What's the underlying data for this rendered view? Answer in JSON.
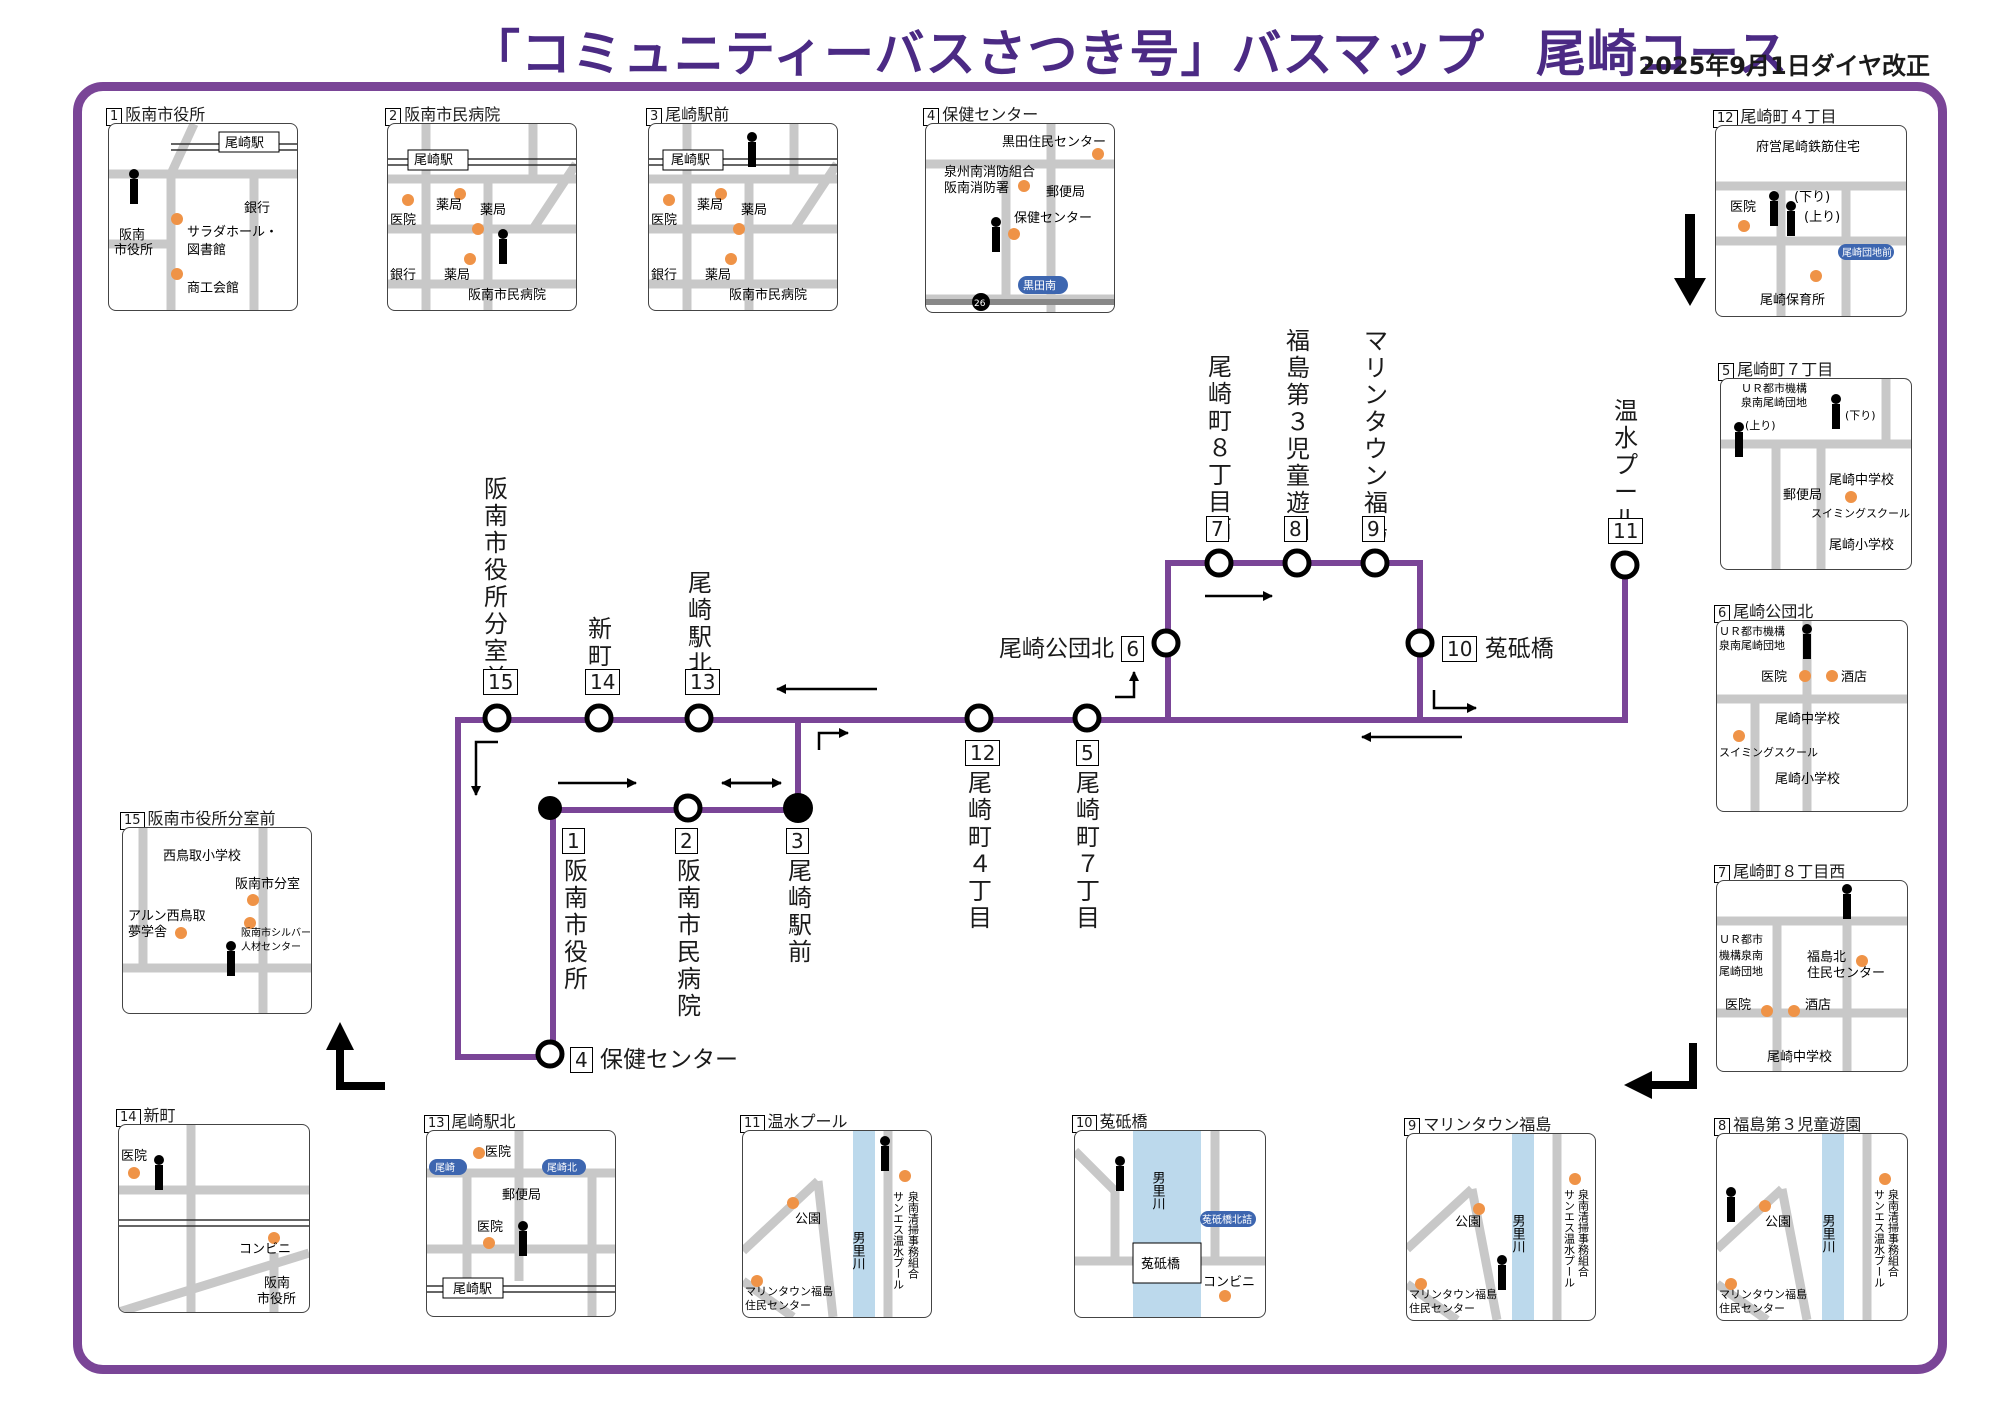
{
  "header": {
    "title": "「コミュニティーバスさつき号」バスマップ　尾崎コース",
    "revision": "2025年9月1日ダイヤ改正"
  },
  "route": {
    "stops": [
      {
        "num": "1",
        "name": "阪南市役所"
      },
      {
        "num": "2",
        "name": "阪南市民病院"
      },
      {
        "num": "3",
        "name": "尾崎駅前"
      },
      {
        "num": "4",
        "name": "保健センター"
      },
      {
        "num": "5",
        "name": "尾崎町７丁目"
      },
      {
        "num": "6",
        "name": "尾崎公団北"
      },
      {
        "num": "7",
        "name": "尾崎町８丁目西"
      },
      {
        "num": "8",
        "name": "福島第３児童遊園"
      },
      {
        "num": "9",
        "name": "マリンタウン福島"
      },
      {
        "num": "10",
        "name": "菟砥橋"
      },
      {
        "num": "11",
        "name": "温水プール"
      },
      {
        "num": "12",
        "name": "尾崎町４丁目"
      },
      {
        "num": "13",
        "name": "尾崎駅北"
      },
      {
        "num": "14",
        "name": "新町"
      },
      {
        "num": "15",
        "name": "阪南市役所分室前"
      }
    ],
    "color": "#7a4597"
  },
  "insets": {
    "i1": {
      "num": "1",
      "title": "阪南市役所",
      "labels": [
        "尾崎駅",
        "銀行",
        "阪南",
        "市役所",
        "サラダホール・",
        "図書館",
        "商工会館"
      ]
    },
    "i2": {
      "num": "2",
      "title": "阪南市民病院",
      "labels": [
        "尾崎駅",
        "薬局",
        "薬局",
        "医院",
        "銀行",
        "薬局",
        "阪南市民病院"
      ]
    },
    "i3": {
      "num": "3",
      "title": "尾崎駅前",
      "labels": [
        "尾崎駅",
        "薬局",
        "薬局",
        "医院",
        "銀行",
        "薬局",
        "阪南市民病院"
      ]
    },
    "i4": {
      "num": "4",
      "title": "保健センター",
      "labels": [
        "黒田住民センター",
        "泉州南消防組合",
        "阪南消防署",
        "郵便局",
        "保健センター",
        "黒田南",
        "26"
      ]
    },
    "i12": {
      "num": "12",
      "title": "尾崎町４丁目",
      "labels": [
        "府営尾崎鉄筋住宅",
        "医院",
        "(下り)",
        "(上り)",
        "尾崎団地前",
        "尾崎保育所"
      ]
    },
    "i5": {
      "num": "5",
      "title": "尾崎町７丁目",
      "labels": [
        "ＵＲ都市機構",
        "泉南尾崎団地",
        "(上り)",
        "(下り)",
        "郵便局",
        "尾崎中学校",
        "スイミングスクール",
        "尾崎小学校"
      ]
    },
    "i6": {
      "num": "6",
      "title": "尾崎公団北",
      "labels": [
        "ＵＲ都市機構",
        "泉南尾崎団地",
        "医院",
        "酒店",
        "尾崎中学校",
        "スイミングスクール",
        "尾崎小学校"
      ]
    },
    "i7": {
      "num": "7",
      "title": "尾崎町８丁目西",
      "labels": [
        "ＵＲ都市",
        "機構泉南",
        "尾崎団地",
        "福島北",
        "住民センター",
        "医院",
        "酒店",
        "尾崎中学校"
      ]
    },
    "i8": {
      "num": "8",
      "title": "福島第３児童遊園",
      "labels": [
        "公園",
        "男里川",
        "泉南清掃事務組合",
        "サンエス温水プール",
        "マリンタウン福島",
        "住民センター"
      ]
    },
    "i9": {
      "num": "9",
      "title": "マリンタウン福島",
      "labels": [
        "公園",
        "男里川",
        "泉南清掃事務組合",
        "サンエス温水プール",
        "マリンタウン福島",
        "住民センター"
      ]
    },
    "i10": {
      "num": "10",
      "title": "菟砥橋",
      "labels": [
        "男里川",
        "菟砥橋北詰",
        "菟砥橋",
        "コンビニ"
      ]
    },
    "i11": {
      "num": "11",
      "title": "温水プール",
      "labels": [
        "公園",
        "男里川",
        "泉南清掃事務組合",
        "サンエス温水プール",
        "マリンタウン福島",
        "住民センター"
      ]
    },
    "i13": {
      "num": "13",
      "title": "尾崎駅北",
      "labels": [
        "尾崎",
        "医院",
        "尾崎北",
        "郵便局",
        "医院",
        "尾崎駅"
      ]
    },
    "i14": {
      "num": "14",
      "title": "新町",
      "labels": [
        "医院",
        "コンビニ",
        "阪南",
        "市役所"
      ]
    },
    "i15": {
      "num": "15",
      "title": "阪南市役所分室前",
      "labels": [
        "西鳥取小学校",
        "阪南市分室",
        "アルン西鳥取",
        "夢学舎",
        "阪南市シルバー",
        "人材センター"
      ]
    }
  },
  "colors": {
    "route": "#7a4597",
    "road": "#c8c8c8",
    "poi": "#ef9347",
    "river": "#bcd9ec",
    "badge": "#3d66b0"
  }
}
